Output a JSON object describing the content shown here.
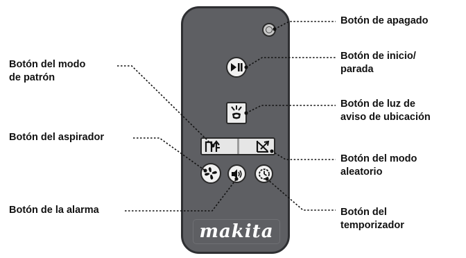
{
  "labels": {
    "power": "Botón de apagado",
    "start_stop_1": "Botón de inicio/",
    "start_stop_2": "parada",
    "locator_1": "Botón de luz de",
    "locator_2": "aviso de ubicación",
    "random_mode_1": "Botón del modo",
    "random_mode_2": "aleatorio",
    "timer_1": "Botón del",
    "timer_2": "temporizador",
    "pattern_mode_1": "Botón del modo",
    "pattern_mode_2": "de patrón",
    "vacuum": "Botón del aspirador",
    "alarm": "Botón de la alarma"
  },
  "remote": {
    "brand": "makita",
    "body_color": "#5e5f63",
    "button_color": "#f1f1f1"
  },
  "icons": {
    "power": "power-icon",
    "start_stop": "play-pause-icon",
    "locator": "locator-light-icon",
    "pattern": "pattern-mode-icon",
    "random": "random-mode-icon",
    "vacuum": "fan-icon",
    "alarm": "speaker-icon",
    "timer": "clock-icon"
  }
}
